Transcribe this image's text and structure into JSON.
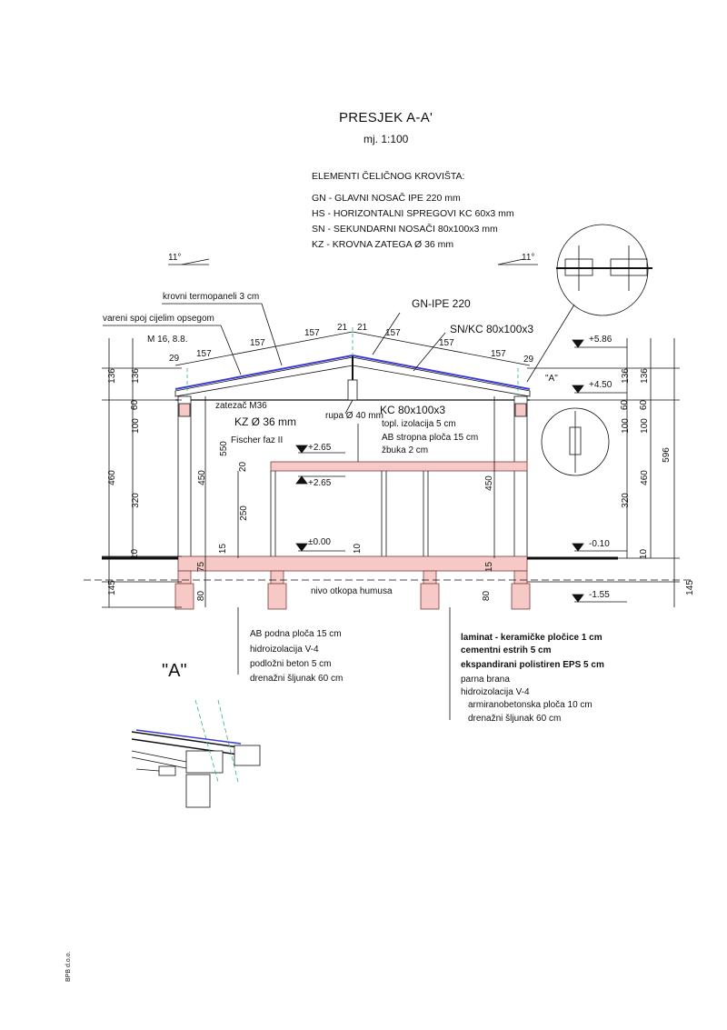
{
  "header": {
    "title": "PRESJEK A-A'",
    "scale": "mj. 1:100"
  },
  "legend": {
    "heading": "ELEMENTI ČELIČNOG KROVIŠTA:",
    "items": [
      "GN - GLAVNI NOSAČ IPE 220 mm",
      "HS - HORIZONTALNI SPREGOVI KC 60x3 mm",
      "SN - SEKUNDARNI NOSAČI 80x100x3 mm",
      "KZ - KROVNA ZATEGA Ø 36 mm"
    ]
  },
  "roof": {
    "slope_left": "11°",
    "slope_right": "11°",
    "panels": "krovni termopaneli 3 cm",
    "weld": "vareni spoj cijelim opsegom",
    "bolt": "M 16, 8.8.",
    "main_beam": "GN-IPE 220",
    "secondary": "SN/KC 80x100x3",
    "tensioner": "zatezač M36",
    "tie": "KZ Ø 36 mm",
    "hole": "rupa Ø 40 mm",
    "kc": "KC 80x100x3",
    "anchor": "Fischer faz II",
    "detail_tag": "\"A\""
  },
  "top_dims": [
    "29",
    "157",
    "157",
    "157",
    "21",
    "21",
    "157",
    "157",
    "157",
    "29"
  ],
  "ceiling_layers": [
    "topl. izolacija 5 cm",
    "AB stropna ploča 15 cm",
    "žbuka 2 cm"
  ],
  "levels": {
    "ridge": "+5.86",
    "eave": "+4.50",
    "slab_top": "+2.65",
    "slab_bottom": "+2.65",
    "floor": "±0.00",
    "ground": "-0.10",
    "foundation": "-1.55"
  },
  "left_dims": {
    "outer": [
      "136",
      "460",
      "145"
    ],
    "inner": [
      "136",
      "60",
      "100",
      "320",
      "10"
    ],
    "col": [
      "550",
      "450",
      "15",
      "75",
      "80"
    ],
    "interior": [
      "20",
      "250"
    ],
    "floor_gap": "10"
  },
  "right_dims": {
    "outer": [
      "596",
      "145"
    ],
    "inner_a": [
      "136",
      "60",
      "100",
      "460",
      "10"
    ],
    "inner_b": [
      "136",
      "60",
      "100",
      "320"
    ],
    "col": [
      "450",
      "15",
      "80"
    ]
  },
  "ground_label": "nivo otkopa humusa",
  "floor_layers_left": [
    "AB podna ploča 15 cm",
    "hidroizolacija V-4",
    "podložni beton 5 cm",
    "drenažni šljunak 60 cm"
  ],
  "floor_layers_right": [
    {
      "text": "laminat - keramičke pločice 1 cm",
      "bold": true
    },
    {
      "text": "cementni estrih   5 cm",
      "bold": true
    },
    {
      "text": "ekspandirani polistiren EPS  5 cm",
      "bold": true
    },
    {
      "text": "parna brana",
      "bold": false
    },
    {
      "text": "hidroizolacija V-4",
      "bold": false
    },
    {
      "text": "armiranobetonska ploča  10 cm",
      "bold": false
    },
    {
      "text": "drenažni šljunak 60 cm",
      "bold": false
    }
  ],
  "detail_title": "\"A\"",
  "footer": "BPB d.o.o.",
  "colors": {
    "concrete": "#f6c9c6",
    "concrete_edge": "#7a3b3b",
    "panel": "#3d3dd6",
    "axis": "#2bb38a",
    "ink": "#111111"
  }
}
